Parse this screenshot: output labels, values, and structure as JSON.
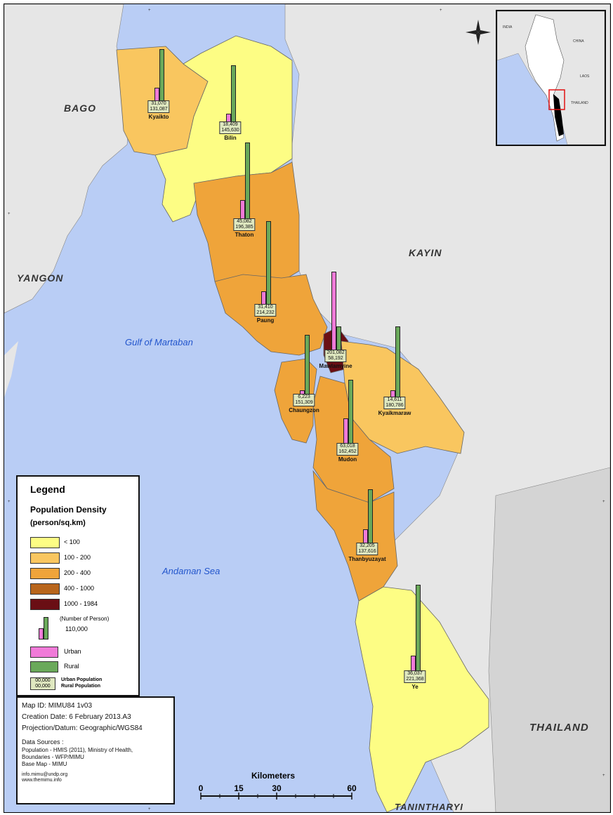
{
  "map": {
    "neighbors": [
      "BAGO",
      "YANGON",
      "KAYIN",
      "THAILAND",
      "TANINTHARYI"
    ],
    "seas": [
      "Gulf of Martaban",
      "Andaman Sea"
    ],
    "colors": {
      "lt100": "#fdfd84",
      "d100_200": "#f9c65f",
      "d200_400": "#efa43a",
      "d400_1000": "#b8651b",
      "d1000_1984": "#6a0e14",
      "urban": "#f07ad8",
      "rural": "#6aa95a",
      "sea": "#b9cdf5",
      "land": "#e6e6e6"
    },
    "townships": [
      {
        "name": "Kyaikto",
        "urban": "31,070",
        "rural": "131,087",
        "urban_val": 31070,
        "rural_val": 131087
      },
      {
        "name": "Bilin",
        "urban": "18,409",
        "rural": "145,630",
        "urban_val": 18409,
        "rural_val": 145630
      },
      {
        "name": "Thaton",
        "urban": "45,082",
        "rural": "196,385",
        "urban_val": 45082,
        "rural_val": 196385
      },
      {
        "name": "Paung",
        "urban": "31,410",
        "rural": "214,232",
        "urban_val": 31410,
        "rural_val": 214232
      },
      {
        "name": "Mawlamyine",
        "urban": "201,082",
        "rural": "58,192",
        "urban_val": 201082,
        "rural_val": 58192
      },
      {
        "name": "Chaungzon",
        "urban": "6,223",
        "rural": "151,309",
        "urban_val": 6223,
        "rural_val": 151309
      },
      {
        "name": "Kyaikmaraw",
        "urban": "14,611",
        "rural": "180,786",
        "urban_val": 14611,
        "rural_val": 180786
      },
      {
        "name": "Mudon",
        "urban": "63,018",
        "rural": "162,452",
        "urban_val": 63018,
        "rural_val": 162452
      },
      {
        "name": "Thanbyuzayat",
        "urban": "32,205",
        "rural": "137,616",
        "urban_val": 32205,
        "rural_val": 137616
      },
      {
        "name": "Ye",
        "urban": "36,037",
        "rural": "221,368",
        "urban_val": 36037,
        "rural_val": 221368
      }
    ]
  },
  "legend": {
    "title": "Legend",
    "subtitle": "Population Density",
    "unit": "(person/sq.km)",
    "classes": [
      {
        "label": "< 100",
        "color": "#fdfd84"
      },
      {
        "label": "100 - 200",
        "color": "#f9c65f"
      },
      {
        "label": "200 - 400",
        "color": "#efa43a"
      },
      {
        "label": "400 - 1000",
        "color": "#b8651b"
      },
      {
        "label": "1000 - 1984",
        "color": "#6a0e14"
      }
    ],
    "number_label": "(Number of Person)",
    "number_value": "110,000",
    "urban_label": "Urban",
    "rural_label": "Rural",
    "sample_urban": "00,000",
    "sample_rural": "00,000",
    "urban_pop_label": "Urban Population",
    "rural_pop_label": "Rural Population"
  },
  "meta": {
    "map_id": "Map ID: MIMU84 1v03",
    "creation": "Creation Date: 6 February 2013.A3",
    "projection": "Projection/Datum: Geographic/WGS84",
    "sources_title": "Data Sources :",
    "source1": "Population - HMIS (2011), Ministry of Health,",
    "source2": "Boundaries - WFP/MIMU",
    "source3": "Base Map - MIMU",
    "web1": "info.mimu@undp.org",
    "web2": "www.themimu.info"
  },
  "scale": {
    "title": "Kilometers",
    "ticks": [
      "0",
      "15",
      "30",
      "60"
    ]
  },
  "inset": {
    "labels": [
      "CHINA",
      "LAOS",
      "THAILAND",
      "INDIA"
    ]
  }
}
